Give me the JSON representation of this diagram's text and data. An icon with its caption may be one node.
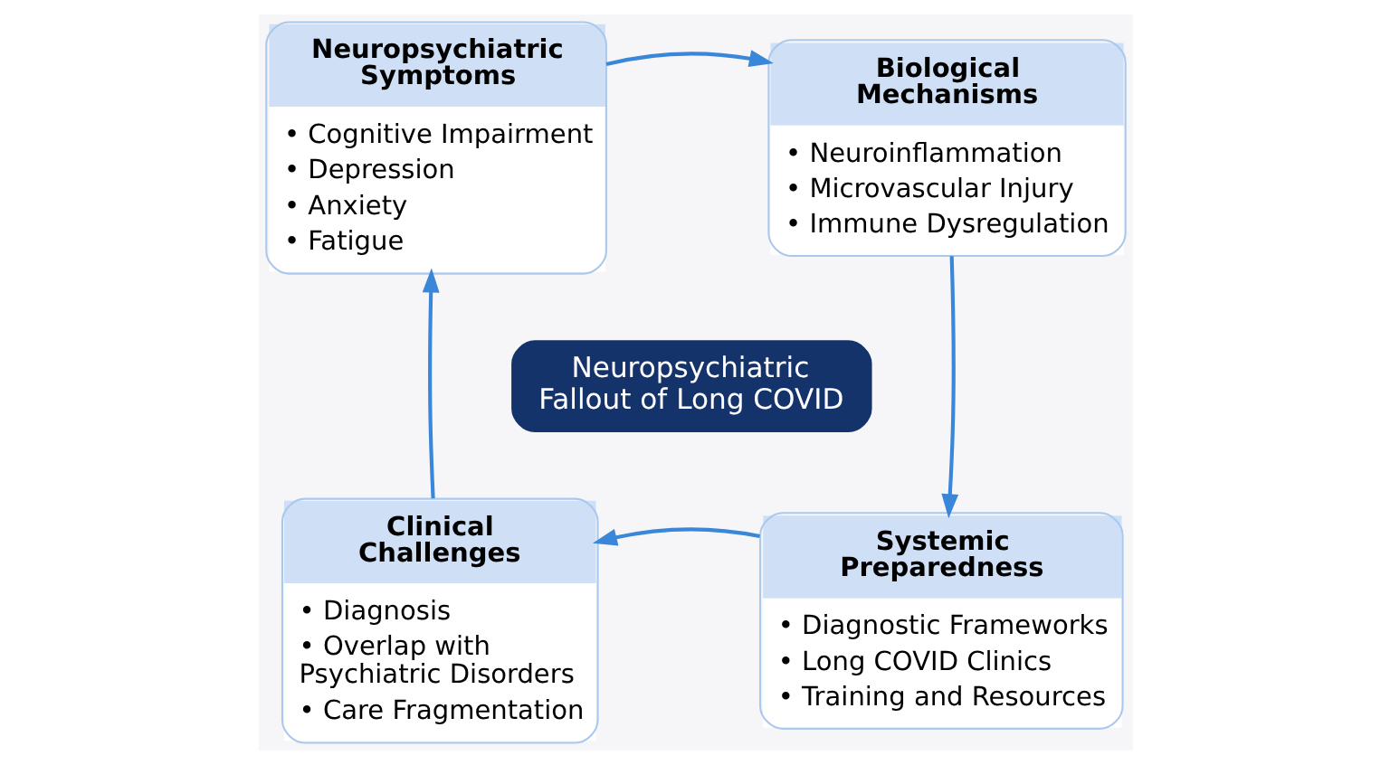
{
  "diagram": {
    "nodes": [
      {
        "text": [
          "Neuropsychiatric Symptoms",
          "• Cognitive Impairment",
          "• Depression",
          "• Anxiety",
          "• Fatigue"
        ]
      },
      {
        "text": [
          "Biological Mechanisms",
          "• Neuroinflammation",
          "• Microvascular Injury",
          "• Immune Dysregulation"
        ]
      },
      {
        "text": [
          "Neuropsychiatric Fallout of Long COVID"
        ]
      },
      {
        "text": [
          "Clinical Challenges",
          "• Diagnosis",
          "• Overlap with Psychiatric Disorders",
          "• Care Fragmentation"
        ]
      },
      {
        "text": [
          "Systemic Preparedness",
          "• Diagnostic Frameworks",
          "• Long COVID Clinics",
          "• Training and Resources"
        ]
      }
    ],
    "edges": [
      {
        "from": 0,
        "to": 1,
        "arrow": "to"
      },
      {
        "from": 1,
        "to": 4,
        "arrow": "to"
      },
      {
        "from": 4,
        "to": 3,
        "arrow": "to"
      },
      {
        "from": 3,
        "to": 0,
        "arrow": "to"
      }
    ]
  }
}
